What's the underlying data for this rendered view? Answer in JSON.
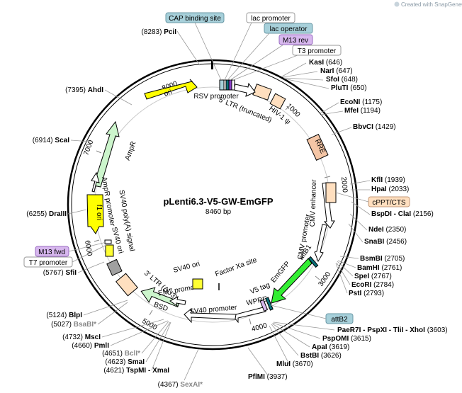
{
  "watermark": "Created with SnapGene®",
  "plasmid": {
    "name": "pLenti6.3-V5-GW-EmGFP",
    "size_label": "8460 bp"
  },
  "colors": {
    "backbone": "#000000",
    "ori": "#ffff00",
    "resistance": "#ccf5cc",
    "promoter": "#ffffff",
    "misc_feature": "#ffdfbf",
    "rre": "#f5c6a6",
    "primer": "#d7b7ee",
    "protein_bind": "#a7d0da",
    "emgfp": "#33ee33",
    "sv40": "#ffff33",
    "grey": "#a0a0a0"
  },
  "ticks": {
    "t1000": "1000",
    "t2000": "2000",
    "t3000": "3000",
    "t4000": "4000",
    "t5000": "5000",
    "t6000": "6000",
    "t7000": "7000",
    "t8000": "8000"
  },
  "features": {
    "rsv_promoter": "RSV promoter",
    "ltr5": "5' LTR (truncated)",
    "hiv_psi": "HIV-1 ψ",
    "rre": "RRE",
    "cmv_enhancer": "CMV enhancer",
    "cmv_promoter": "CMV promoter",
    "attb1": "attB1",
    "emgfp": "EmGFP",
    "v5_tag": "V5 tag",
    "wpre": "WPRE",
    "sv40_promoter": "SV40 promoter",
    "em7_promoter": "EM7 promoter",
    "bsd": "BSD",
    "ltr3": "3' LTR (ΔU3)",
    "sv40_ori_inner": "SV40 ori",
    "factor_xa": "Factor Xa site",
    "sv40_ori": "SV40 ori",
    "sv40_polya": "SV40 poly(A) signal",
    "f1_ori": "f1 ori",
    "ampr_promoter": "AmpR promoter",
    "ampr": "AmpR",
    "ori": "ori"
  },
  "boxed": {
    "cap": "CAP binding site",
    "lac_promoter": "lac promoter",
    "lac_operator": "lac operator",
    "m13_rev": "M13 rev",
    "t3_promoter": "T3 promoter",
    "cppt": "cPPT/CTS",
    "attb2": "attB2",
    "m13_fwd": "M13 fwd",
    "t7_promoter": "T7 promoter"
  },
  "sites_right": [
    {
      "name": "KasI",
      "pos": "(646)"
    },
    {
      "name": "NarI",
      "pos": "(647)"
    },
    {
      "name": "SfoI",
      "pos": "(648)"
    },
    {
      "name": "PluTI",
      "pos": "(650)"
    },
    {
      "name": "EcoNI",
      "pos": "(1175)"
    },
    {
      "name": "MfeI",
      "pos": "(1194)"
    },
    {
      "name": "BbvCI",
      "pos": "(1429)"
    },
    {
      "name": "KflI",
      "pos": "(1939)"
    },
    {
      "name": "HpaI",
      "pos": "(2033)"
    },
    {
      "name": "BspDI - ClaI",
      "pos": "(2156)"
    },
    {
      "name": "NdeI",
      "pos": "(2350)"
    },
    {
      "name": "SnaBI",
      "pos": "(2456)"
    },
    {
      "name": "BsmBI",
      "pos": "(2705)"
    },
    {
      "name": "BamHI",
      "pos": "(2761)"
    },
    {
      "name": "SpeI",
      "pos": "(2767)"
    },
    {
      "name": "EcoRI",
      "pos": "(2784)"
    },
    {
      "name": "PstI",
      "pos": "(2793)"
    },
    {
      "name": "PaeR7I - PspXI - TliI - XhoI",
      "pos": "(3603)"
    },
    {
      "name": "PspOMI",
      "pos": "(3615)"
    },
    {
      "name": "ApaI",
      "pos": "(3619)"
    },
    {
      "name": "BstBI",
      "pos": "(3626)"
    },
    {
      "name": "MluI",
      "pos": "(3670)"
    },
    {
      "name": "PflMI",
      "pos": "(3937)"
    }
  ],
  "sites_left": [
    {
      "name": "PciI",
      "pos": "(8283)"
    },
    {
      "name": "AhdI",
      "pos": "(7395)"
    },
    {
      "name": "ScaI",
      "pos": "(6914)"
    },
    {
      "name": "DraIII",
      "pos": "(6255)"
    },
    {
      "name": "SfiI",
      "pos": "(5767)"
    },
    {
      "name": "BlpI",
      "pos": "(5124)"
    },
    {
      "name": "BsaBI*",
      "pos": "(5027)"
    },
    {
      "name": "MscI",
      "pos": "(4732)"
    },
    {
      "name": "PmlI",
      "pos": "(4660)"
    },
    {
      "name": "BclI*",
      "pos": "(4651)"
    },
    {
      "name": "SmaI",
      "pos": "(4623)"
    },
    {
      "name": "TspMI - XmaI",
      "pos": "(4621)"
    },
    {
      "name": "SexAI*",
      "pos": "(4367)"
    }
  ]
}
